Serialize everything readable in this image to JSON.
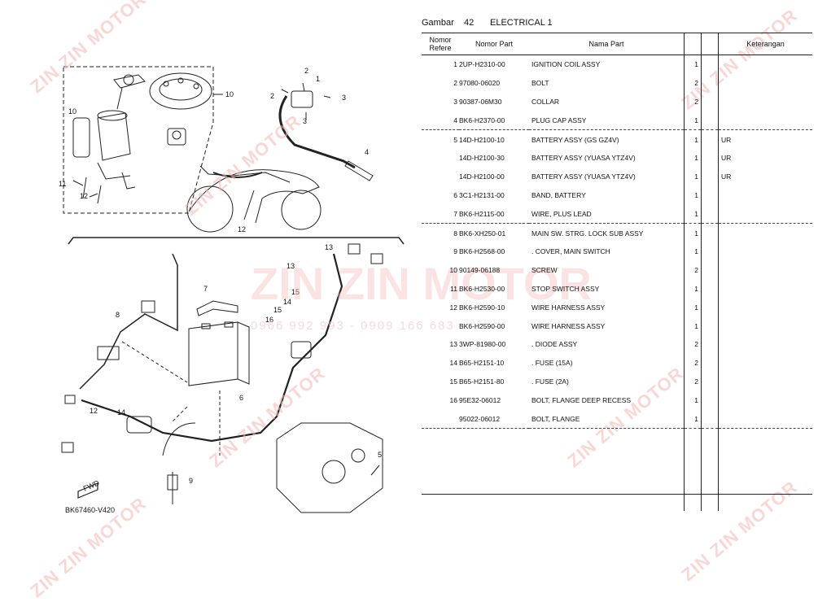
{
  "header": {
    "gambar_label": "Gambar",
    "gambar_number": "42",
    "section_title": "ELECTRICAL 1"
  },
  "columns": {
    "ref": "Nomor Refere",
    "part_no": "Nomor Part",
    "name": "Nama Part",
    "remarks": "Keterangan"
  },
  "rows": [
    {
      "ref": "1",
      "part_no": "2UP-H2310-00",
      "name": "IGNITION COIL ASSY",
      "qty": "1",
      "remarks": ""
    },
    {
      "ref": "2",
      "part_no": "97080-06020",
      "name": "BOLT",
      "qty": "2",
      "remarks": ""
    },
    {
      "ref": "3",
      "part_no": "90387-06M30",
      "name": "COLLAR",
      "qty": "2",
      "remarks": ""
    },
    {
      "ref": "4",
      "part_no": "BK6-H2370-00",
      "name": "PLUG CAP ASSY",
      "qty": "1",
      "remarks": ""
    },
    {
      "ref": "5",
      "part_no": "14D-H2100-10",
      "name": "BATTERY ASSY (GS GZ4V)",
      "qty": "1",
      "remarks": "UR"
    },
    {
      "ref": "",
      "part_no": "14D-H2100-30",
      "name": "BATTERY ASSY (YUASA YTZ4V)",
      "qty": "1",
      "remarks": "UR"
    },
    {
      "ref": "",
      "part_no": "14D-H2100-00",
      "name": "BATTERY ASSY (YUASA YTZ4V)",
      "qty": "1",
      "remarks": "UR"
    },
    {
      "ref": "6",
      "part_no": "3C1-H2131-00",
      "name": "BAND, BATTERY",
      "qty": "1",
      "remarks": ""
    },
    {
      "ref": "7",
      "part_no": "BK6-H2115-00",
      "name": "WIRE, PLUS LEAD",
      "qty": "1",
      "remarks": ""
    },
    {
      "ref": "8",
      "part_no": "BK6-XH250-01",
      "name": "MAIN SW. STRG. LOCK SUB ASSY",
      "qty": "1",
      "remarks": ""
    },
    {
      "ref": "9",
      "part_no": "BK6-H2568-00",
      "name": ". COVER, MAIN SWITCH",
      "qty": "1",
      "remarks": ""
    },
    {
      "ref": "10",
      "part_no": "90149-06188",
      "name": "SCREW",
      "qty": "2",
      "remarks": ""
    },
    {
      "ref": "11",
      "part_no": "BK6-H2530-00",
      "name": "STOP SWITCH ASSY",
      "qty": "1",
      "remarks": ""
    },
    {
      "ref": "12",
      "part_no": "BK6-H2590-10",
      "name": "WIRE HARNESS ASSY",
      "qty": "1",
      "remarks": ""
    },
    {
      "ref": "",
      "part_no": "BK6-H2590-00",
      "name": "WIRE HARNESS ASSY",
      "qty": "1",
      "remarks": ""
    },
    {
      "ref": "13",
      "part_no": "3WP-81980-00",
      "name": ". DIODE ASSY",
      "qty": "2",
      "remarks": ""
    },
    {
      "ref": "14",
      "part_no": "B65-H2151-10",
      "name": ". FUSE (15A)",
      "qty": "2",
      "remarks": ""
    },
    {
      "ref": "15",
      "part_no": "B65-H2151-80",
      "name": ". FUSE (2A)",
      "qty": "2",
      "remarks": ""
    },
    {
      "ref": "16",
      "part_no": "95E32-06012",
      "name": "BOLT, FLANGE DEEP RECESS",
      "qty": "1",
      "remarks": ""
    },
    {
      "ref": "",
      "part_no": "95022-06012",
      "name": "BOLT, FLANGE",
      "qty": "1",
      "remarks": ""
    }
  ],
  "diagram": {
    "code": "BK67460-V420",
    "fwd_label": "FWD",
    "callouts": [
      "1",
      "2",
      "2",
      "3",
      "3",
      "4",
      "5",
      "6",
      "7",
      "8",
      "9",
      "10",
      "10",
      "11",
      "12",
      "12",
      "12",
      "13",
      "13",
      "14",
      "14",
      "15",
      "15",
      "16"
    ]
  },
  "watermark": {
    "brand": "ZIN ZIN MOTOR",
    "phone": "0966 992 993 - 0909 166 683"
  },
  "colors": {
    "watermark": "#f3b8b4",
    "line": "#222222"
  }
}
